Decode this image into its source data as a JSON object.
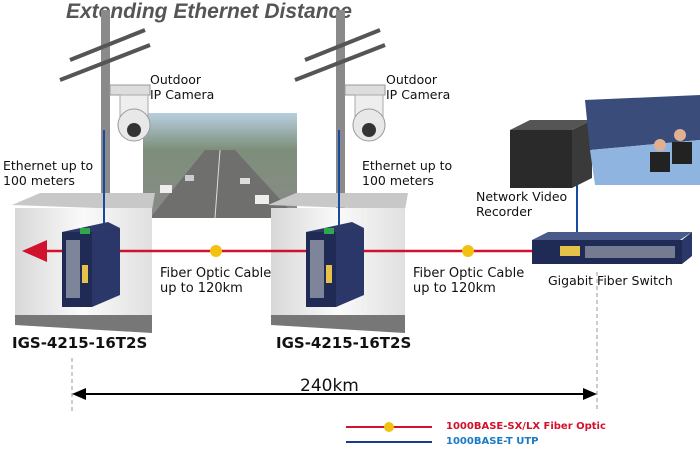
{
  "title": "Extending Ethernet Distance",
  "camera_label": [
    "Outdoor",
    "IP Camera"
  ],
  "camera_label2": [
    "Outdoor",
    "IP Camera"
  ],
  "ethernet_label": [
    "Ethernet up to",
    "100 meters"
  ],
  "ethernet_label2": [
    "Ethernet up to",
    "100 meters"
  ],
  "fiber_label": [
    "Fiber Optic Cable",
    "up to 120km"
  ],
  "fiber_label2": [
    "Fiber Optic Cable",
    "up to 120km"
  ],
  "nvr_label": [
    "Network Video",
    "Recorder"
  ],
  "switch_label": "Gigabit Fiber Switch",
  "models": [
    "IGS-4215-16T2S",
    "IGS-4215-16T2S"
  ],
  "distance": "240km",
  "legend": [
    {
      "label": "1000BASE-SX/LX Fiber Optic",
      "color": "#d0122c"
    },
    {
      "label": "1000BASE-T UTP",
      "color": "#1a7bc4"
    }
  ]
}
